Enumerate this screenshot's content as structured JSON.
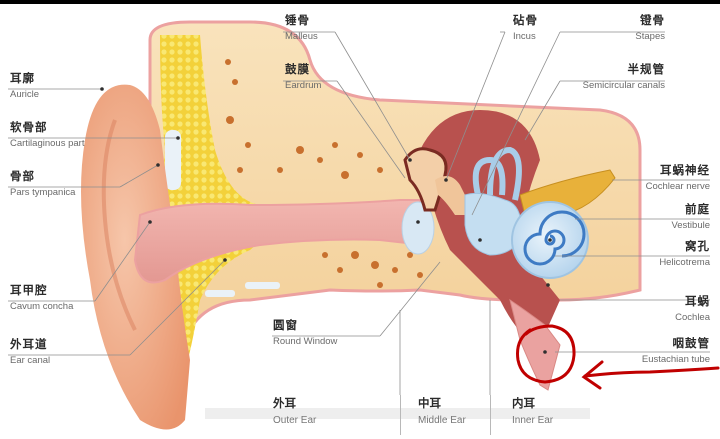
{
  "diagram": {
    "type": "anatomical-diagram",
    "subject": "Human ear cross-section",
    "labels_left": [
      {
        "zh": "耳廓",
        "en": "Auricle"
      },
      {
        "zh": "软骨部",
        "en": "Cartilaginous part"
      },
      {
        "zh": "骨部",
        "en": "Pars tympanica"
      },
      {
        "zh": "耳甲腔",
        "en": "Cavum concha"
      },
      {
        "zh": "外耳道",
        "en": "Ear canal"
      }
    ],
    "labels_top": [
      {
        "zh": "锤骨",
        "en": "Malleus"
      },
      {
        "zh": "鼓膜",
        "en": "Eardrum"
      },
      {
        "zh": "砧骨",
        "en": "Incus"
      },
      {
        "zh": "镫骨",
        "en": "Stapes"
      },
      {
        "zh": "半规管",
        "en": "Semicircular canals"
      }
    ],
    "labels_right": [
      {
        "zh": "耳蜗神经",
        "en": "Cochlear nerve"
      },
      {
        "zh": "前庭",
        "en": "Vestibule"
      },
      {
        "zh": "窝孔",
        "en": "Helicotrema"
      },
      {
        "zh": "耳蜗",
        "en": "Cochlea"
      },
      {
        "zh": "咽鼓管",
        "en": "Eustachian tube"
      }
    ],
    "labels_bottom": [
      {
        "zh": "圆窗",
        "en": "Round Window"
      }
    ],
    "sections": [
      {
        "zh": "外耳",
        "en": "Outer Ear"
      },
      {
        "zh": "中耳",
        "en": "Middle Ear"
      },
      {
        "zh": "内耳",
        "en": "Inner Ear"
      }
    ],
    "annotation": {
      "type": "hand-drawn circle and arrow",
      "color": "#c00000",
      "target": "Eustachian tube"
    }
  },
  "colors": {
    "skin": "#f1b08e",
    "canal": "#eaa2a0",
    "bone": "#f7dcae",
    "fat": "#f3d13a",
    "middle_ear": "#b8514e",
    "inner_ear": "#c9e1f2",
    "nerve": "#e8b13a",
    "annotation": "#c00000"
  }
}
